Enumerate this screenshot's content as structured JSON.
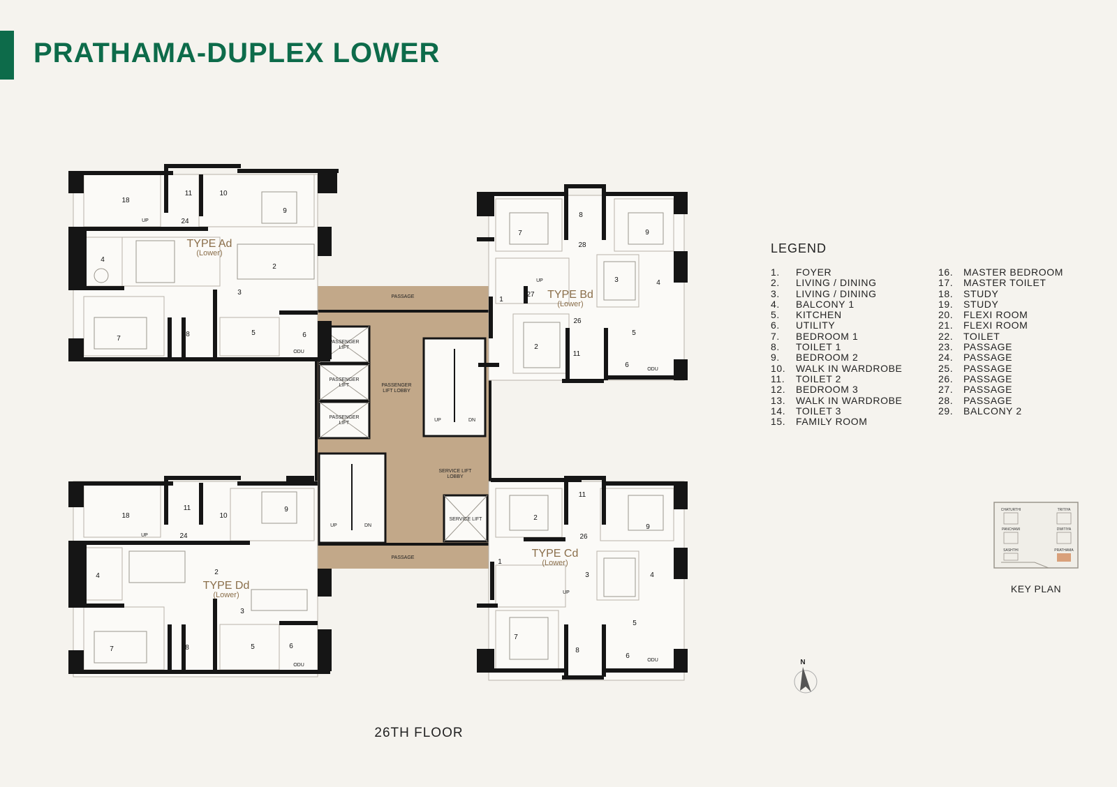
{
  "title": "PRATHAMA-DUPLEX LOWER",
  "floor_label": "26TH FLOOR",
  "colors": {
    "brand_green": "#0d6b4a",
    "core_fill": "#c2a889",
    "wall": "#151515",
    "label_tan": "#8a6e4a",
    "background": "#f5f3ee"
  },
  "legend": {
    "title": "LEGEND",
    "col1": [
      {
        "num": "1.",
        "label": "FOYER"
      },
      {
        "num": "2.",
        "label": "LIVING / DINING"
      },
      {
        "num": "3.",
        "label": "LIVING / DINING"
      },
      {
        "num": "4.",
        "label": "BALCONY 1"
      },
      {
        "num": "5.",
        "label": "KITCHEN"
      },
      {
        "num": "6.",
        "label": "UTILITY"
      },
      {
        "num": "7.",
        "label": "BEDROOM 1"
      },
      {
        "num": "8.",
        "label": "TOILET 1"
      },
      {
        "num": "9.",
        "label": "BEDROOM 2"
      },
      {
        "num": "10.",
        "label": "WALK IN WARDROBE"
      },
      {
        "num": "11.",
        "label": "TOILET 2"
      },
      {
        "num": "12.",
        "label": "BEDROOM 3"
      },
      {
        "num": "13.",
        "label": "WALK IN WARDROBE"
      },
      {
        "num": "14.",
        "label": "TOILET 3"
      },
      {
        "num": "15.",
        "label": "FAMILY ROOM"
      }
    ],
    "col2": [
      {
        "num": "16.",
        "label": "MASTER BEDROOM"
      },
      {
        "num": "17.",
        "label": "MASTER TOILET"
      },
      {
        "num": "18.",
        "label": "STUDY"
      },
      {
        "num": "19.",
        "label": "STUDY"
      },
      {
        "num": "20.",
        "label": "FLEXI ROOM"
      },
      {
        "num": "21.",
        "label": "FLEXI ROOM"
      },
      {
        "num": "22.",
        "label": "TOILET"
      },
      {
        "num": "23.",
        "label": "PASSAGE"
      },
      {
        "num": "24.",
        "label": "PASSAGE"
      },
      {
        "num": "25.",
        "label": "PASSAGE"
      },
      {
        "num": "26.",
        "label": "PASSAGE"
      },
      {
        "num": "27.",
        "label": "PASSAGE"
      },
      {
        "num": "28.",
        "label": "PASSAGE"
      },
      {
        "num": "29.",
        "label": "BALCONY 2"
      }
    ]
  },
  "plan": {
    "units": {
      "ad": {
        "name": "TYPE Ad",
        "sub": "(Lower)"
      },
      "bd": {
        "name": "TYPE Bd",
        "sub": "(Lower)"
      },
      "cd": {
        "name": "TYPE Cd",
        "sub": "(Lower)"
      },
      "dd": {
        "name": "TYPE Dd",
        "sub": "(Lower)"
      }
    },
    "core": {
      "passage": "PASSAGE",
      "lift": [
        "PASSENGER",
        "LIFT"
      ],
      "lobby": [
        "PASSENGER",
        "LIFT LOBBY"
      ],
      "service_lobby": [
        "SERVICE LIFT",
        "LOBBY"
      ],
      "service_lift": "SERVICE LIFT",
      "up": "UP",
      "dn": "DN"
    },
    "odu": "ODU",
    "rooms": {
      "ad": {
        "r18": "18",
        "r11": "11",
        "r10": "10",
        "r9": "9",
        "r24": "24",
        "r4": "4",
        "r2": "2",
        "r3": "3",
        "r7": "7",
        "r8": "8",
        "r5": "5",
        "r6": "6",
        "up": "UP"
      },
      "bd": {
        "r7": "7",
        "r8": "8",
        "r9": "9",
        "r28": "28",
        "r3": "3",
        "r4": "4",
        "r27": "27",
        "r1": "1",
        "r26": "26",
        "r2": "2",
        "r11": "11",
        "r5": "5",
        "r6": "6",
        "up": "UP"
      },
      "dd": {
        "r18": "18",
        "r11": "11",
        "r10": "10",
        "r9": "9",
        "r24": "24",
        "r2": "2",
        "r4": "4",
        "r3": "3",
        "r7": "7",
        "r8": "8",
        "r5": "5",
        "r6": "6",
        "up": "UP"
      },
      "cd": {
        "r2": "2",
        "r11": "11",
        "r9": "9",
        "r26": "26",
        "r1": "1",
        "r3": "3",
        "r4": "4",
        "r7": "7",
        "r5": "5",
        "r8": "8",
        "r6": "6",
        "up": "UP"
      }
    }
  },
  "key_plan": {
    "label": "KEY PLAN",
    "towers": [
      "CHATURTHI",
      "TRITIYA",
      "PANCHAMI",
      "DWITIYA",
      "SASHTHI",
      "PRATHAMA"
    ]
  },
  "compass": {
    "north": "N"
  }
}
